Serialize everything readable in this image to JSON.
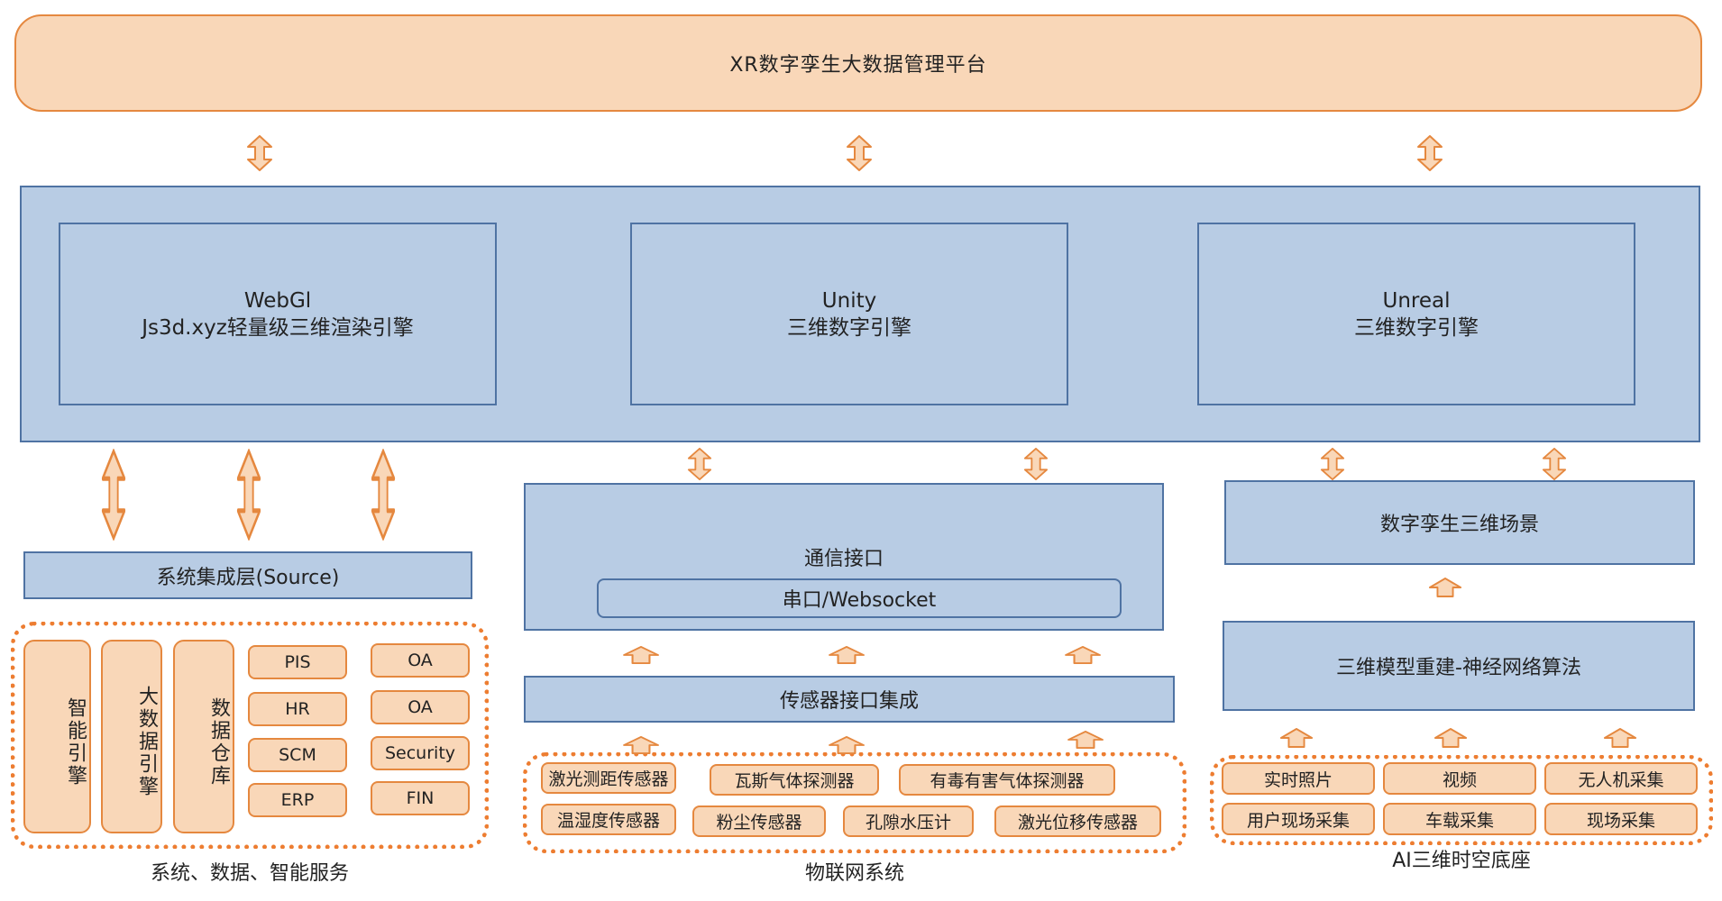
{
  "top": {
    "title": "XR数字孪生大数据管理平台"
  },
  "engines": [
    {
      "line1": "WebGl",
      "line2": "Js3d.xyz轻量级三维渲染引擎"
    },
    {
      "line1": "Unity",
      "line2": "三维数字引擎"
    },
    {
      "line1": "Unreal",
      "line2": "三维数字引擎"
    }
  ],
  "left": {
    "integration": "系统集成层(Source)",
    "vertical_items": [
      "智能引擎",
      "大数据引擎",
      "数据仓库"
    ],
    "col1": [
      "PIS",
      "HR",
      "SCM",
      "ERP"
    ],
    "col2": [
      "OA",
      "OA",
      "Security",
      "FIN"
    ],
    "caption": "系统、数据、智能服务"
  },
  "middle": {
    "comm_title": "通信接口",
    "comm_sub": "串口/Websocket",
    "sensor_integration": "传感器接口集成",
    "row1": [
      "激光测距传感器",
      "瓦斯气体探测器",
      "有毒有害气体探测器"
    ],
    "row2": [
      "温湿度传感器",
      "粉尘传感器",
      "孔隙水压计",
      "激光位移传感器"
    ],
    "caption": "物联网系统"
  },
  "right": {
    "scene": "数字孪生三维场景",
    "algorithm": "三维模型重建-神经网络算法",
    "row1": [
      "实时照片",
      "视频",
      "无人机采集"
    ],
    "row2": [
      "用户现场采集",
      "车载采集",
      "现场采集"
    ],
    "caption": "AI三维时空底座"
  },
  "colors": {
    "orange_fill": "#f9d7b8",
    "orange_border": "#e5883f",
    "blue_fill": "#b8cce4",
    "blue_border": "#4f73a3",
    "dotted": "#ed7d31"
  }
}
